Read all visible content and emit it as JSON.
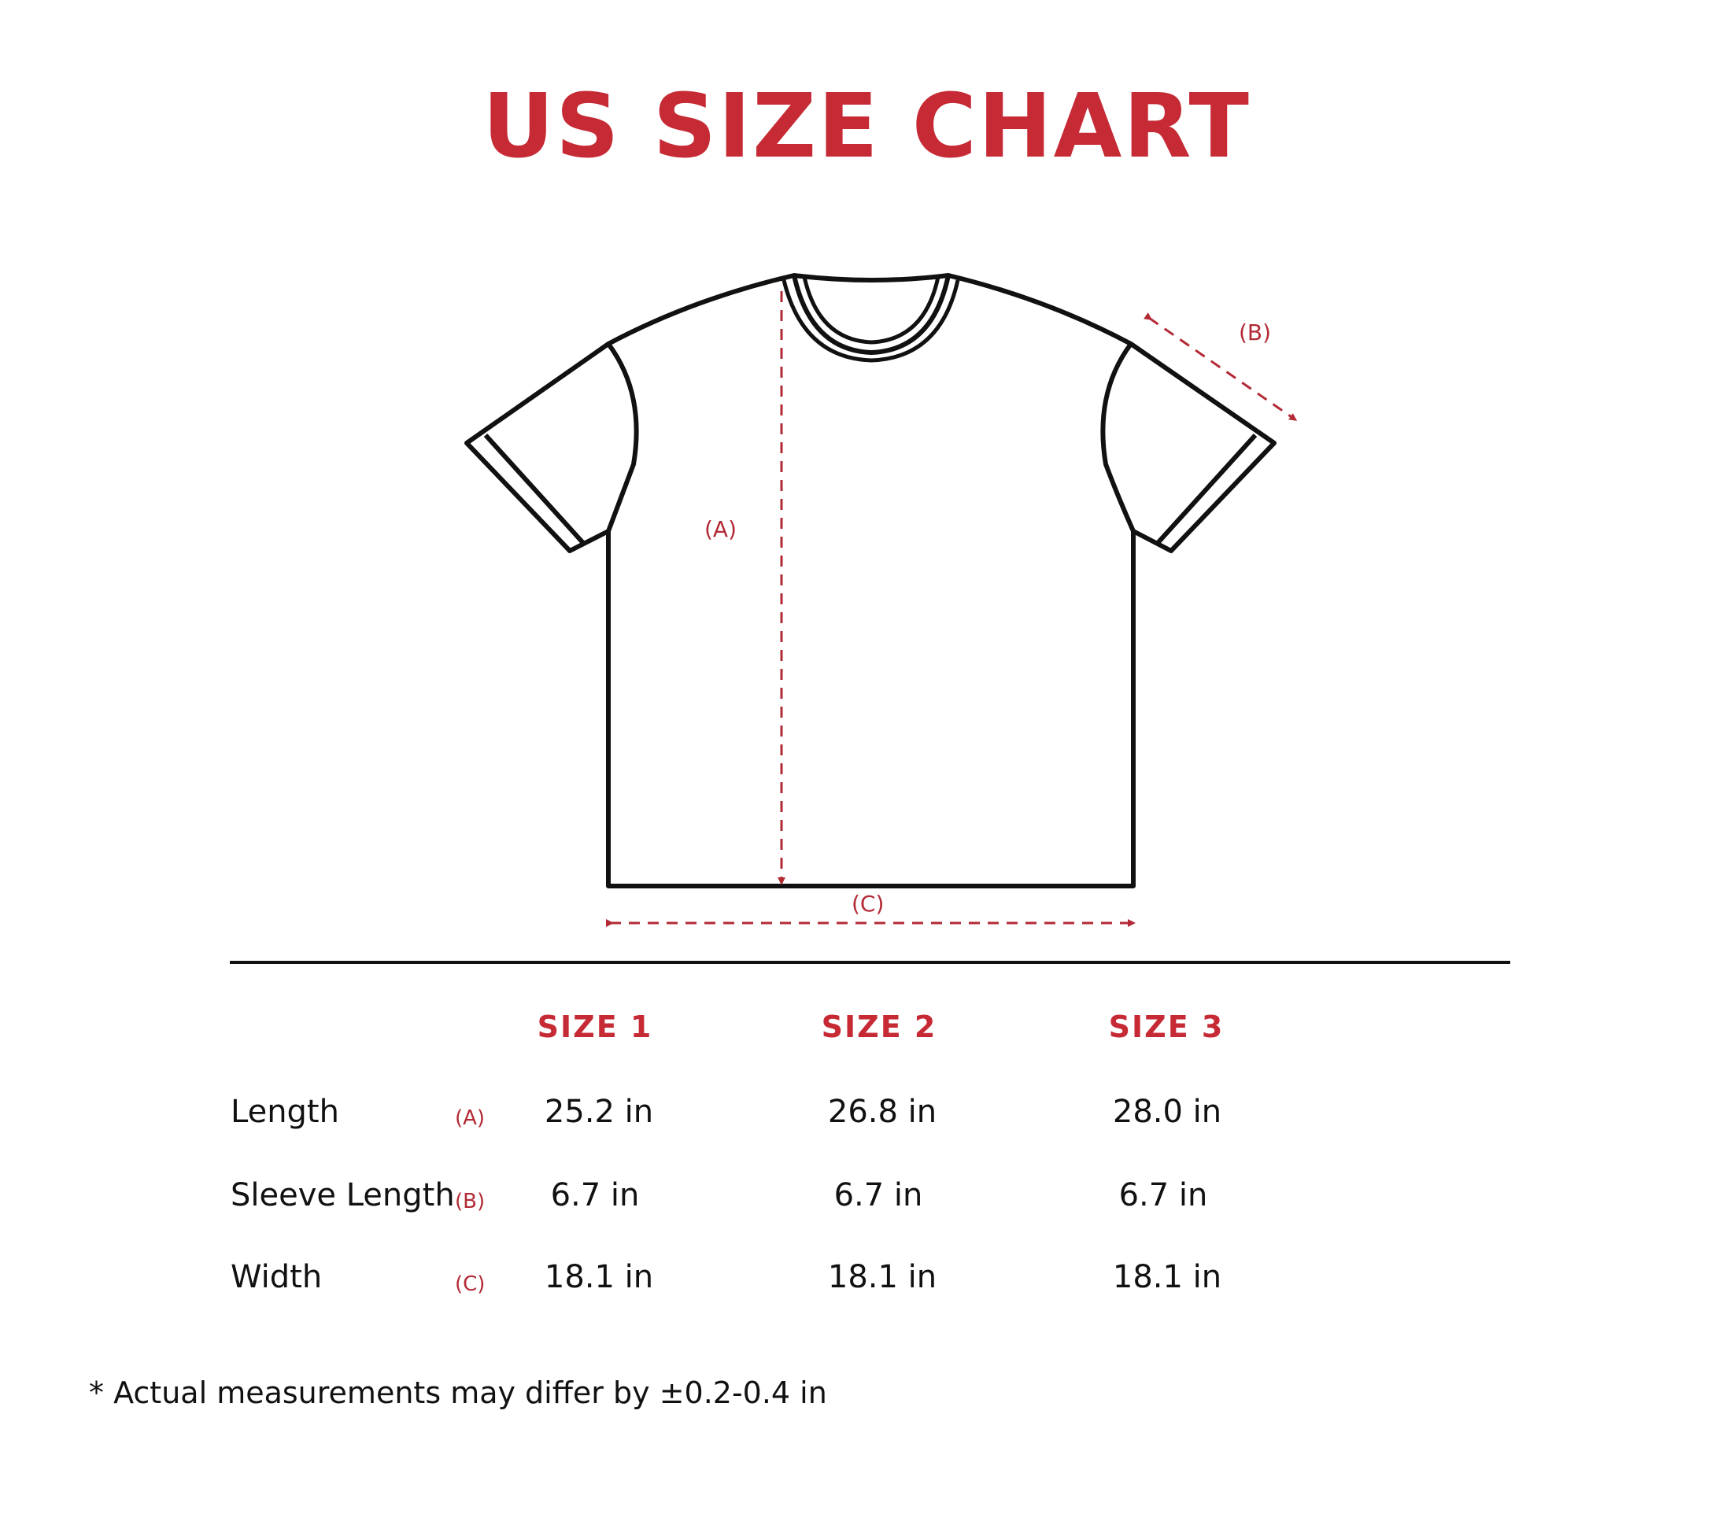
{
  "title": "US SIZE CHART",
  "accent_color": "#c62a35",
  "diagram": {
    "label_a": "(A)",
    "label_b": "(B)",
    "label_c": "(C)"
  },
  "table": {
    "columns": [
      "SIZE 1",
      "SIZE 2",
      "SIZE 3"
    ],
    "rows": [
      {
        "label": "Length",
        "code": "(A)",
        "values": [
          "25.2 in",
          "26.8 in",
          "28.0 in"
        ]
      },
      {
        "label": "Sleeve Length",
        "code": "(B)",
        "values": [
          "6.7 in",
          "6.7 in",
          "6.7 in"
        ]
      },
      {
        "label": "Width",
        "code": "(C)",
        "values": [
          "18.1 in",
          "18.1 in",
          "18.1 in"
        ]
      }
    ]
  },
  "footnote": "* Actual measurements may differ by ±0.2-0.4 in"
}
